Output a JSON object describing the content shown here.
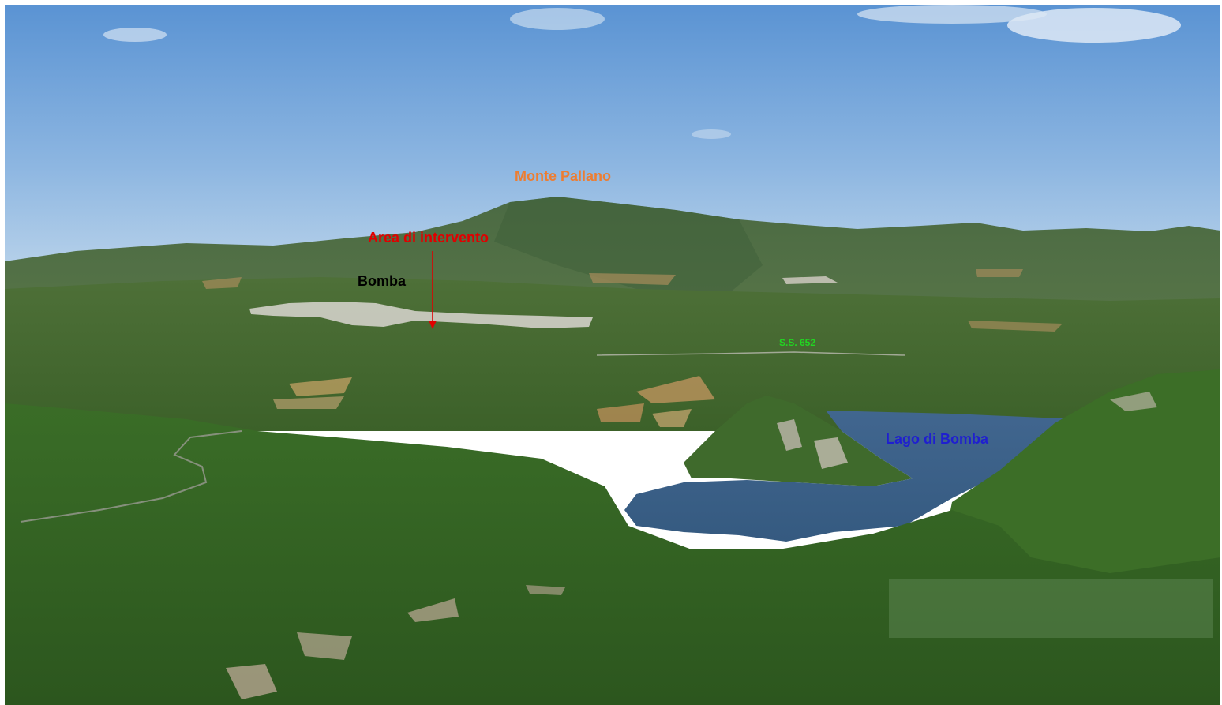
{
  "labels": {
    "mountain": {
      "text": "Monte Pallano",
      "color": "#ed7d31"
    },
    "intervention_area": {
      "text": "Area di intervento",
      "color": "#e00000"
    },
    "town": {
      "text": "Bomba",
      "color": "#000000"
    },
    "road": {
      "text": "S.S. 652",
      "color": "#22d422"
    },
    "lake": {
      "text": "Lago di Bomba",
      "color": "#1f1fd0"
    }
  },
  "colors": {
    "sky_top": "#5b93d2",
    "sky_bottom": "#b0cde9",
    "mountain_far": "#566d4c",
    "hills_mid": "#3d612e",
    "foreground": "#2f5e22",
    "lake": "#3a5f89",
    "arrow": "#e00000"
  }
}
